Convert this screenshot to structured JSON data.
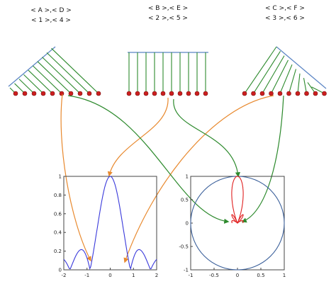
{
  "groups": [
    {
      "id": "left",
      "line1": "< A >,< D >",
      "line2": "< 1 >,< 4 >"
    },
    {
      "id": "middle",
      "line1": "< B >,< E >",
      "line2": "< 2 >,< 5 >"
    },
    {
      "id": "right",
      "line1": "< C >,< F >",
      "line2": "< 3 >,< 6 >"
    }
  ],
  "left_plot": {
    "x_ticks": [
      "-2",
      "-1",
      "0",
      "1",
      "2"
    ],
    "y_ticks": [
      "0",
      "0.2",
      "0.4",
      "0.6",
      "0.8",
      "1"
    ]
  },
  "right_plot": {
    "x_ticks": [
      "-1",
      "-0.5",
      "0",
      "0.5",
      "1"
    ],
    "y_ticks": [
      "-1",
      "-0.5",
      "0",
      "0.5",
      "1"
    ]
  },
  "colors": {
    "array_line": "#2d8a2d",
    "baseline": "#5a84c4",
    "element": "#cc1f1f",
    "arrow_orange": "#e8892e",
    "arrow_green": "#2d8a2d",
    "pattern_blue": "#3a3adb",
    "circle": "#3a5f9a",
    "polar_red": "#e02020"
  }
}
